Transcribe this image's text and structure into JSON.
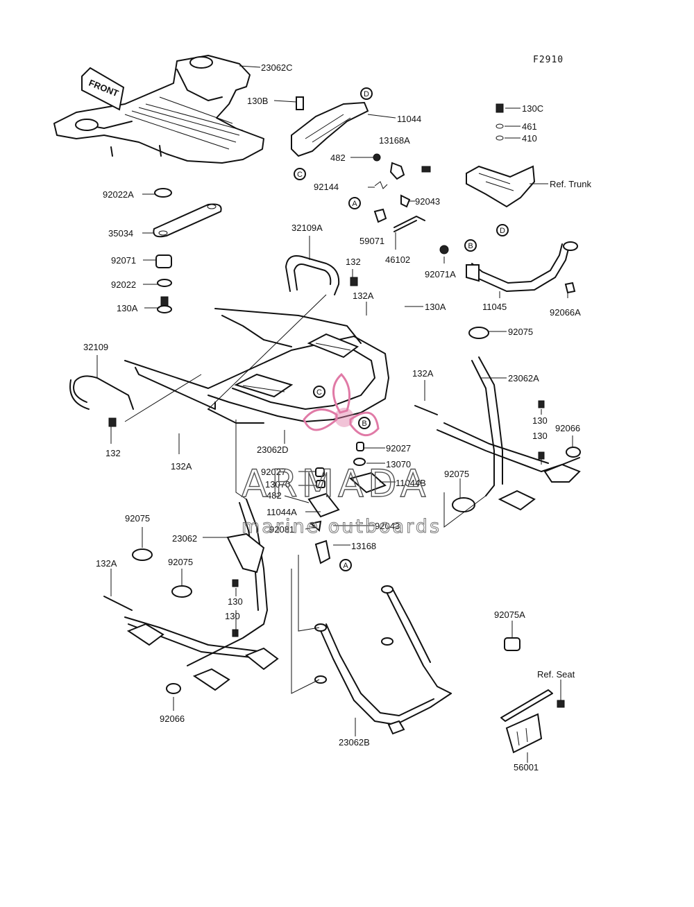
{
  "figure_code": "F2910",
  "front_sign": "FRONT",
  "labels": [
    {
      "id": "l1",
      "text": "23062C"
    },
    {
      "id": "l2",
      "text": "130B"
    },
    {
      "id": "l3",
      "text": "11044"
    },
    {
      "id": "l4",
      "text": "130C"
    },
    {
      "id": "l5",
      "text": "461"
    },
    {
      "id": "l6",
      "text": "410"
    },
    {
      "id": "l7",
      "text": "13168A"
    },
    {
      "id": "l8",
      "text": "482"
    },
    {
      "id": "l9",
      "text": "Ref. Trunk"
    },
    {
      "id": "l10",
      "text": "92144"
    },
    {
      "id": "l11",
      "text": "92043"
    },
    {
      "id": "l12",
      "text": "92022A"
    },
    {
      "id": "l13",
      "text": "35034"
    },
    {
      "id": "l14",
      "text": "59071"
    },
    {
      "id": "l15",
      "text": "46102"
    },
    {
      "id": "l16",
      "text": "32109A"
    },
    {
      "id": "l17",
      "text": "92071"
    },
    {
      "id": "l18",
      "text": "132"
    },
    {
      "id": "l19",
      "text": "92071A"
    },
    {
      "id": "l20",
      "text": "92022"
    },
    {
      "id": "l21",
      "text": "130A"
    },
    {
      "id": "l22",
      "text": "132A"
    },
    {
      "id": "l23",
      "text": "130A"
    },
    {
      "id": "l24",
      "text": "11045"
    },
    {
      "id": "l25",
      "text": "92066A"
    },
    {
      "id": "l26",
      "text": "92075"
    },
    {
      "id": "l27",
      "text": "32109"
    },
    {
      "id": "l28",
      "text": "132A"
    },
    {
      "id": "l29",
      "text": "23062A"
    },
    {
      "id": "l30",
      "text": "130"
    },
    {
      "id": "l31",
      "text": "92066"
    },
    {
      "id": "l32",
      "text": "130"
    },
    {
      "id": "l33",
      "text": "132"
    },
    {
      "id": "l34",
      "text": "132A"
    },
    {
      "id": "l35",
      "text": "23062D"
    },
    {
      "id": "l36",
      "text": "92027"
    },
    {
      "id": "l37",
      "text": "13070"
    },
    {
      "id": "l38",
      "text": "92027"
    },
    {
      "id": "l39",
      "text": "11044B"
    },
    {
      "id": "l40",
      "text": "13070"
    },
    {
      "id": "l41",
      "text": "482"
    },
    {
      "id": "l42",
      "text": "92075"
    },
    {
      "id": "l43",
      "text": "11044A"
    },
    {
      "id": "l44",
      "text": "92081"
    },
    {
      "id": "l45",
      "text": "92043"
    },
    {
      "id": "l46",
      "text": "92075"
    },
    {
      "id": "l47",
      "text": "23062"
    },
    {
      "id": "l48",
      "text": "13168"
    },
    {
      "id": "l49",
      "text": "132A"
    },
    {
      "id": "l50",
      "text": "92075"
    },
    {
      "id": "l51",
      "text": "130"
    },
    {
      "id": "l52",
      "text": "130"
    },
    {
      "id": "l53",
      "text": "92075A"
    },
    {
      "id": "l54",
      "text": "Ref. Seat"
    },
    {
      "id": "l55",
      "text": "92066"
    },
    {
      "id": "l56",
      "text": "23062B"
    },
    {
      "id": "l57",
      "text": "56001"
    }
  ],
  "callouts": [
    "A",
    "B",
    "C",
    "D"
  ],
  "watermark": {
    "title": "ARMADA",
    "subtitle": "marine outboards",
    "color": "#e07aa6"
  }
}
